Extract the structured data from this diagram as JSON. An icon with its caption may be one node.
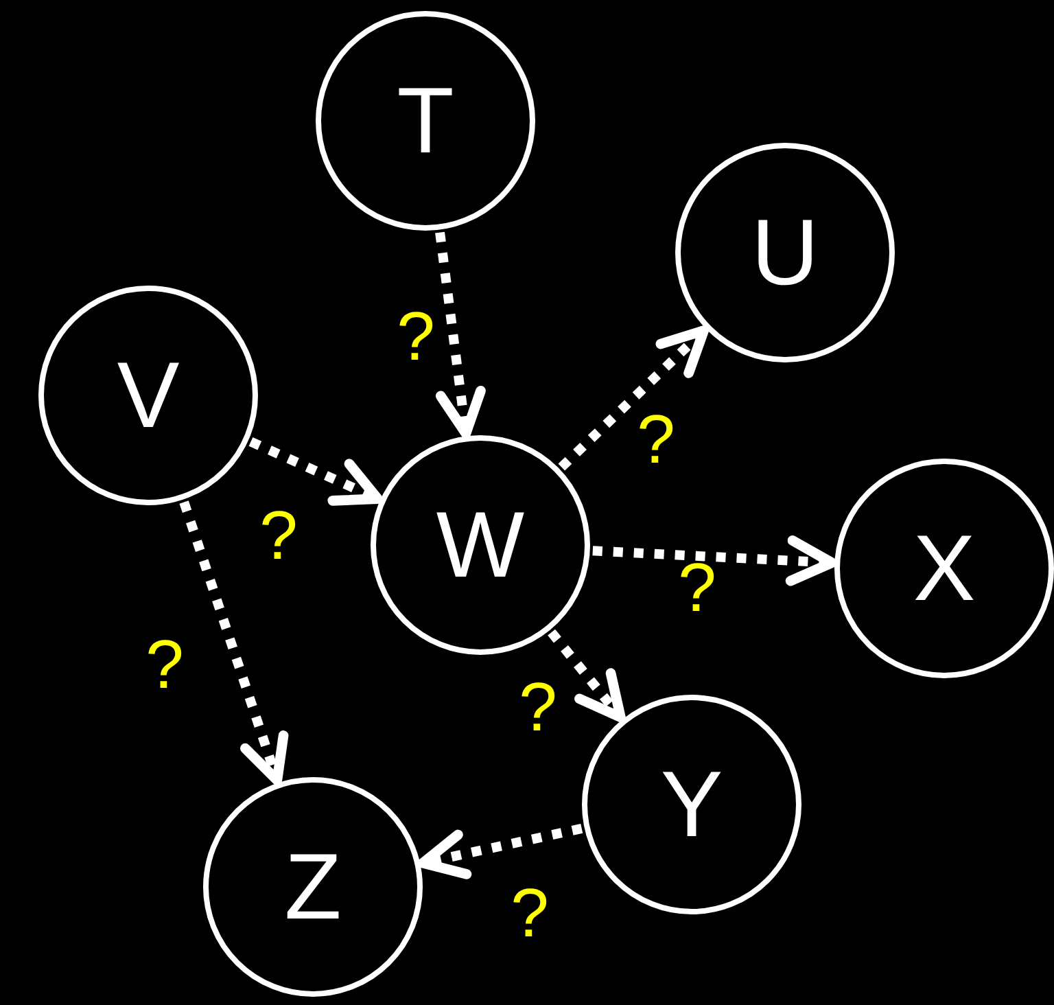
{
  "diagram": {
    "nodes": [
      {
        "text": [
          "T"
        ]
      },
      {
        "text": [
          "U"
        ]
      },
      {
        "text": [
          "V"
        ]
      },
      {
        "text": [
          "W"
        ]
      },
      {
        "text": [
          "X"
        ]
      },
      {
        "text": [
          "Y"
        ]
      },
      {
        "text": [
          "Z"
        ]
      }
    ],
    "edges": [
      {
        "from": 0,
        "to": 3,
        "arrow": "to",
        "label": "?"
      },
      {
        "from": 2,
        "to": 3,
        "arrow": "to",
        "label": "?"
      },
      {
        "from": 3,
        "to": 1,
        "arrow": "to",
        "label": "?"
      },
      {
        "from": 3,
        "to": 4,
        "arrow": "to",
        "label": "?"
      },
      {
        "from": 3,
        "to": 5,
        "arrow": "to",
        "label": "?"
      },
      {
        "from": 2,
        "to": 6,
        "arrow": "to",
        "label": "?"
      },
      {
        "from": 5,
        "to": 6,
        "arrow": "to",
        "label": "?"
      }
    ]
  }
}
